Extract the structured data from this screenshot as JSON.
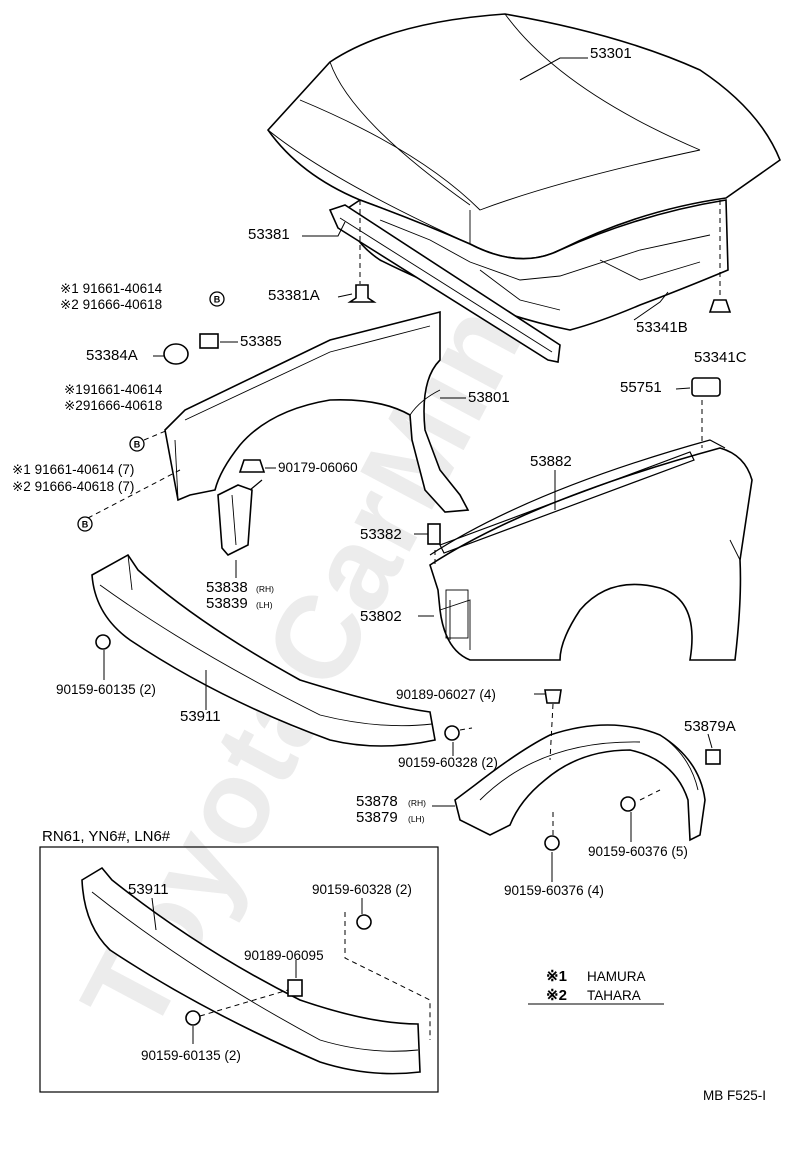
{
  "diagram": {
    "watermark": "ToyotaCarMine.ru",
    "footer_code": "MB F525-I",
    "parts": {
      "p53301": "53301",
      "p53381": "53381",
      "p53381a": "53381A",
      "p53341b": "53341B",
      "p53341c": "53341C",
      "p53385": "53385",
      "p53384a": "53384A",
      "p53801": "53801",
      "p55751": "55751",
      "p90179": "90179-06060",
      "p53882": "53882",
      "p53382": "53382",
      "p53838": "53838",
      "p53838_side": "(RH)",
      "p53839": "53839",
      "p53839_side": "(LH)",
      "p53802": "53802",
      "p90159_60135": "90159-60135  (2)",
      "p53911": "53911",
      "p90189_06027": "90189-06027  (4)",
      "p90159_60328": "90159-60328  (2)",
      "p53879a": "53879A",
      "p53878": "53878",
      "p53878_side": "(RH)",
      "p53879": "53879",
      "p53879_side": "(LH)",
      "p90159_60376_5": "90159-60376  (5)",
      "p90159_60376_4": "90159-60376  (4)",
      "clip_group1_a": "※1 91661-40614",
      "clip_group1_b": "※2 91666-40618",
      "clip_group2_a": "※191661-40614",
      "clip_group2_b": "※291666-40618",
      "clip_group3_a": "※1 91661-40614  (7)",
      "clip_group3_b": "※2 91666-40618  (7)",
      "badge": "B"
    },
    "inset": {
      "title": "RN61, YN6#, LN6#",
      "p53911": "53911",
      "p90159_60328": "90159-60328  (2)",
      "p90189_06095": "90189-06095",
      "p90159_60135": "90159-60135  (2)"
    },
    "legend": {
      "mark1": "※1",
      "name1": "HAMURA",
      "mark2": "※2",
      "name2": "TAHARA"
    }
  }
}
